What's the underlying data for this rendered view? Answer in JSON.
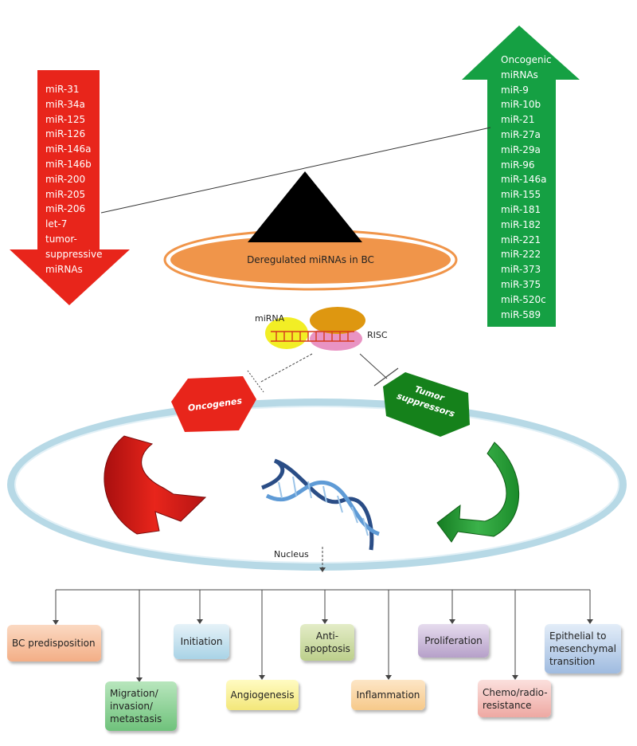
{
  "down_arrow": {
    "color": "#e8251b",
    "items": [
      "miR-31",
      "miR-34a",
      "miR-125",
      "miR-126",
      "miR-146a",
      "miR-146b",
      "miR-200",
      "miR-205",
      "miR-206",
      "let-7",
      "tumor-",
      "suppressive",
      "miRNAs"
    ]
  },
  "up_arrow": {
    "color": "#15a043",
    "items": [
      "Oncogenic",
      "miRNAs",
      "miR-9",
      "miR-10b",
      "miR-21",
      "miR-27a",
      "miR-29a",
      "miR-96",
      "miR-146a",
      "miR-155",
      "miR-181",
      "miR-182",
      "miR-221",
      "miR-222",
      "miR-373",
      "miR-375",
      "miR-520c",
      "miR-589"
    ]
  },
  "balance_label": "Deregulated miRNAs in BC",
  "mirna_label": "miRNA",
  "risc_label": "RISC",
  "oncogenes_label": "Oncogenes",
  "tumor_suppressors_label": "Tumor\nsuppressors",
  "nucleus_label": "Nucleus",
  "outcomes": {
    "bc_predisposition": "BC predisposition",
    "migration": "Migration/\ninvasion/\nmetastasis",
    "initiation": "Initiation",
    "angiogenesis": "Angiogenesis",
    "anti_apoptosis": "Anti-\napoptosis",
    "inflammation": "Inflammation",
    "proliferation": "Proliferation",
    "chemo_resistance": "Chemo/radio-\nresistance",
    "emt": "Epithelial to\nmesenchymal\ntransition"
  },
  "colors": {
    "balance_ellipse": "#f0954a",
    "nucleus_ring": "#b7d9e6",
    "oncogenes": "#e8251b",
    "tumor_suppressors": "#15811b",
    "mirna": "#f2ee25",
    "risc_top": "#de9710",
    "risc_bottom": "#e993c3"
  }
}
